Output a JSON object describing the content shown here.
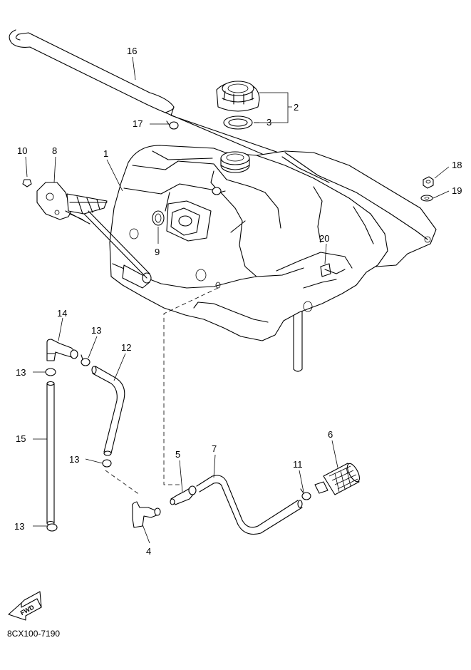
{
  "diagram": {
    "part_labels": {
      "p1": "1",
      "p2": "2",
      "p3": "3",
      "p4": "4",
      "p5": "5",
      "p6": "6",
      "p7": "7",
      "p8": "8",
      "p9": "9",
      "p10": "10",
      "p11": "11",
      "p12": "12",
      "p13a": "13",
      "p13b": "13",
      "p13c": "13",
      "p13d": "13",
      "p14": "14",
      "p15": "15",
      "p16": "16",
      "p17": "17",
      "p19": "19",
      "p18": "18",
      "p20": "20"
    },
    "direction_badge": "FWD",
    "figure_code": "8CX100-7190"
  }
}
